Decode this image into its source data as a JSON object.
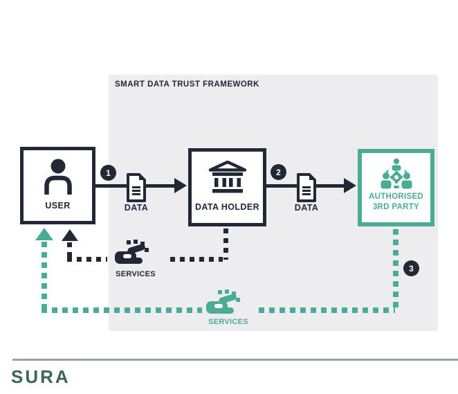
{
  "colors": {
    "dark": "#212836",
    "teal": "#4aab96",
    "panel_bg": "#ededef",
    "logo_green": "#3b6652",
    "separator": "#9ba4a2"
  },
  "framework": {
    "title": "SMART DATA TRUST FRAMEWORK"
  },
  "nodes": {
    "user": {
      "label": "USER",
      "icon": "person-icon"
    },
    "data_holder": {
      "label": "DATA HOLDER",
      "icon": "bank-icon"
    },
    "authorised_3rd_party": {
      "label_line1": "AUTHORISED",
      "label_line2": "3RD PARTY",
      "icon": "team-gear-icon"
    }
  },
  "flows": {
    "step1": {
      "badge": "1",
      "label": "DATA",
      "icon": "document-icon"
    },
    "step2": {
      "badge": "2",
      "label": "DATA",
      "icon": "document-icon"
    },
    "step3": {
      "badge": "3"
    },
    "services_dark": {
      "label": "SERVICES",
      "icon": "hand-services-icon"
    },
    "services_teal": {
      "label": "SERVICES",
      "icon": "hand-services-icon"
    }
  },
  "footer": {
    "logo": "SURA"
  }
}
